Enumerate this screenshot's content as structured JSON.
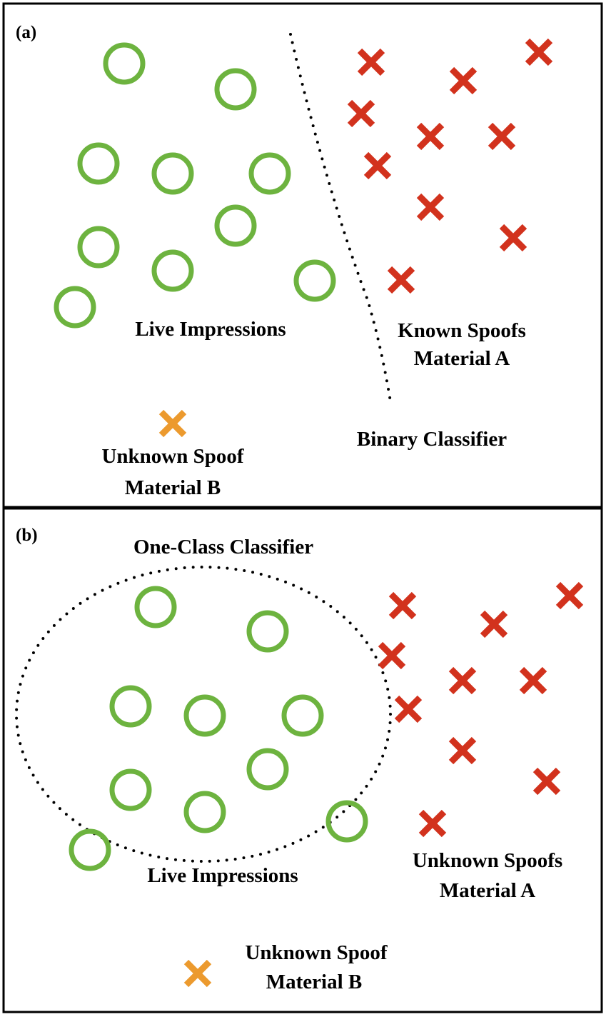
{
  "colors": {
    "live": "#6db33f",
    "known_spoof": "#d2321d",
    "unknown_spoof_b": "#ec9a2e",
    "border": "#000000"
  },
  "panel_a": {
    "id_label": "(a)",
    "live_label": "Live Impressions",
    "spoof_label_line1": "Known Spoofs",
    "spoof_label_line2": "Material A",
    "classifier_label": "Binary Classifier",
    "unknown_label_line1": "Unknown Spoof",
    "unknown_label_line2": "Material B"
  },
  "panel_b": {
    "id_label": "(b)",
    "classifier_label": "One-Class Classifier",
    "live_label": "Live Impressions",
    "spoof_label_line1": "Unknown Spoofs",
    "spoof_label_line2": "Material A",
    "unknown_label_line1": "Unknown Spoof",
    "unknown_label_line2": "Material B"
  }
}
